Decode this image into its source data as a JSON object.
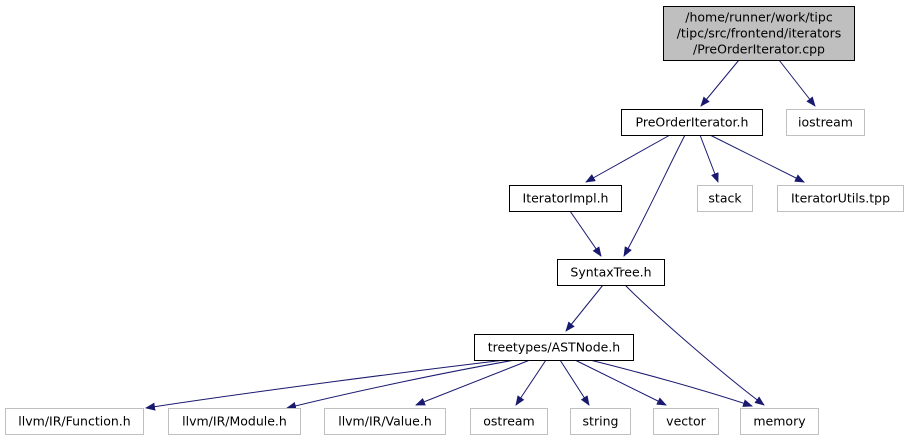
{
  "colors": {
    "edge": "#191970",
    "root_fill": "#bfbfbf",
    "node_border": "#000000",
    "external_border": "#bfbfbf",
    "text": "#000000"
  },
  "nodes": [
    {
      "id": "root",
      "kind": "root",
      "lines": [
        "/home/runner/work/tipc",
        "/tipc/src/frontend/iterators",
        "/PreOrderIterator.cpp"
      ]
    },
    {
      "id": "preorder_h",
      "kind": "file",
      "lines": [
        "PreOrderIterator.h"
      ]
    },
    {
      "id": "iostream",
      "kind": "external",
      "lines": [
        "iostream"
      ]
    },
    {
      "id": "iteratorimpl_h",
      "kind": "file",
      "lines": [
        "IteratorImpl.h"
      ]
    },
    {
      "id": "stack",
      "kind": "external",
      "lines": [
        "stack"
      ]
    },
    {
      "id": "iteratorutils_tpp",
      "kind": "external",
      "lines": [
        "IteratorUtils.tpp"
      ]
    },
    {
      "id": "syntaxtree_h",
      "kind": "file",
      "lines": [
        "SyntaxTree.h"
      ]
    },
    {
      "id": "astnode_h",
      "kind": "file",
      "lines": [
        "treetypes/ASTNode.h"
      ]
    },
    {
      "id": "llvm_function",
      "kind": "external",
      "lines": [
        "llvm/IR/Function.h"
      ]
    },
    {
      "id": "llvm_module",
      "kind": "external",
      "lines": [
        "llvm/IR/Module.h"
      ]
    },
    {
      "id": "llvm_value",
      "kind": "external",
      "lines": [
        "llvm/IR/Value.h"
      ]
    },
    {
      "id": "ostream",
      "kind": "external",
      "lines": [
        "ostream"
      ]
    },
    {
      "id": "string",
      "kind": "external",
      "lines": [
        "string"
      ]
    },
    {
      "id": "vector",
      "kind": "external",
      "lines": [
        "vector"
      ]
    },
    {
      "id": "memory",
      "kind": "external",
      "lines": [
        "memory"
      ]
    }
  ],
  "edges": [
    {
      "from": "root",
      "to": "preorder_h"
    },
    {
      "from": "root",
      "to": "iostream"
    },
    {
      "from": "preorder_h",
      "to": "iteratorimpl_h"
    },
    {
      "from": "preorder_h",
      "to": "syntaxtree_h"
    },
    {
      "from": "preorder_h",
      "to": "stack"
    },
    {
      "from": "preorder_h",
      "to": "iteratorutils_tpp"
    },
    {
      "from": "iteratorimpl_h",
      "to": "syntaxtree_h"
    },
    {
      "from": "syntaxtree_h",
      "to": "astnode_h"
    },
    {
      "from": "syntaxtree_h",
      "to": "memory"
    },
    {
      "from": "astnode_h",
      "to": "llvm_function"
    },
    {
      "from": "astnode_h",
      "to": "llvm_module"
    },
    {
      "from": "astnode_h",
      "to": "llvm_value"
    },
    {
      "from": "astnode_h",
      "to": "ostream"
    },
    {
      "from": "astnode_h",
      "to": "string"
    },
    {
      "from": "astnode_h",
      "to": "vector"
    },
    {
      "from": "astnode_h",
      "to": "memory"
    }
  ]
}
